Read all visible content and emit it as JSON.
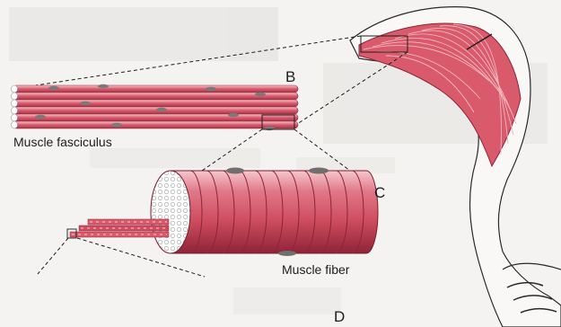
{
  "labels": {
    "b": "B",
    "c": "C",
    "d": "D",
    "fasciculus": "Muscle fasciculus",
    "fiber": "Muscle fiber"
  },
  "colors": {
    "muscle_red": "#cf4d5e",
    "muscle_light": "#f2b5bc",
    "muscle_dark": "#9e2e40",
    "paper": "#f4f3f1",
    "ink": "#1d1d1d",
    "nucleus": "#7a7a7a"
  }
}
